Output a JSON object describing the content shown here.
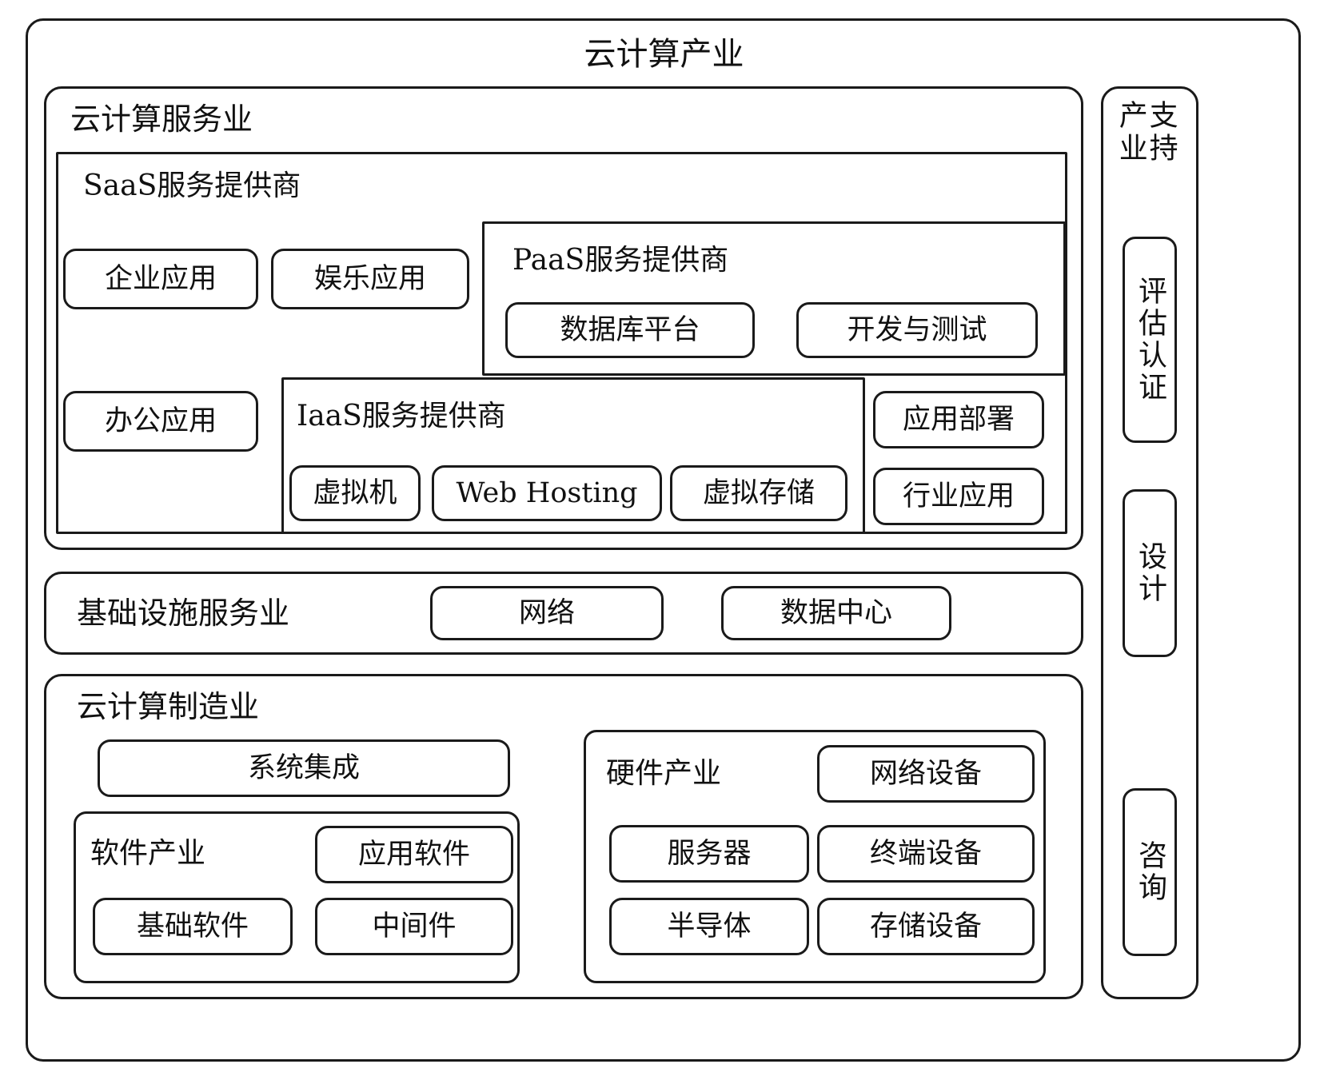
{
  "diagram": {
    "title": "云计算产业",
    "sections": {
      "cloud_service": {
        "title": "云计算服务业",
        "saas": {
          "title": "SaaS服务提供商",
          "items": [
            "企业应用",
            "娱乐应用",
            "办公应用",
            "应用部署",
            "行业应用"
          ]
        },
        "paas": {
          "title": "PaaS服务提供商",
          "items": [
            "数据库平台",
            "开发与测试"
          ]
        },
        "iaas": {
          "title": "IaaS服务提供商",
          "items": [
            "虚拟机",
            "Web Hosting",
            "虚拟存储"
          ]
        }
      },
      "infrastructure": {
        "title": "基础设施服务业",
        "items": [
          "网络",
          "数据中心"
        ]
      },
      "manufacturing": {
        "title": "云计算制造业",
        "system_integration": "系统集成",
        "software": {
          "title": "软件产业",
          "items": [
            "应用软件",
            "基础软件",
            "中间件"
          ]
        },
        "hardware": {
          "title": "硬件产业",
          "items": [
            "网络设备",
            "服务器",
            "终端设备",
            "半导体",
            "存储设备"
          ]
        }
      },
      "support": {
        "title_line1": "支持",
        "title_line2": "产业",
        "items": [
          "评估认证",
          "设计",
          "咨询"
        ]
      }
    }
  }
}
